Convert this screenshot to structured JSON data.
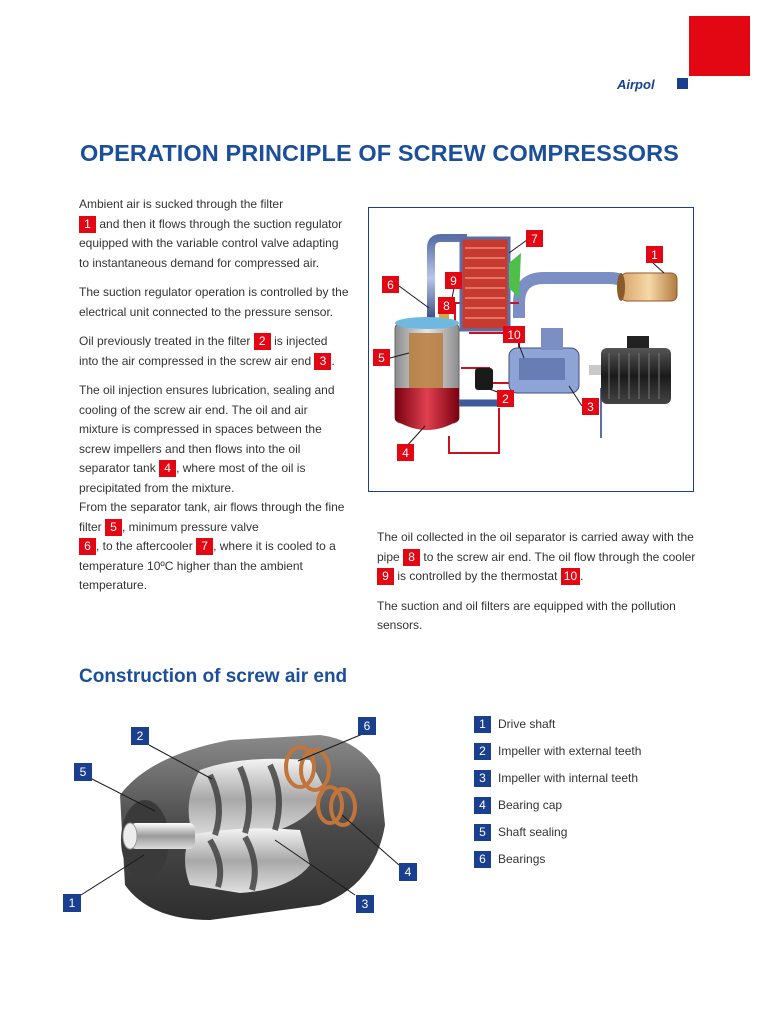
{
  "header": {
    "brand": "Airpol",
    "brand_color": "#1b3f8f",
    "accent_color": "#e30613"
  },
  "title": "OPERATION PRINCIPLE OF SCREW COMPRESSORS",
  "left_column": {
    "p1_a": "Ambient air is sucked through the filter",
    "p1_b": "and then it flows through the suction regulator equipped with the variable control valve adapting to instantaneous demand for compressed air.",
    "p2": "The suction regulator operation is controlled by the electrical unit connected to the pressure sensor.",
    "p3_a": "Oil previously treated in the filter",
    "p3_b": "is injected into the air compressed in the screw air end",
    "p3_c": ".",
    "p4_a": "The oil injection ensures lubrication, sealing and cooling of the screw air end. The oil and air mixture is compressed in spaces between the screw impellers and then flows into the oil separator tank",
    "p4_b": ", where most of the oil is precipitated from the mixture.",
    "p5_a": "From the separator tank, air flows through the fine filter",
    "p5_b": ", minimum pressure valve",
    "p5_c": ", to the aftercooler",
    "p5_d": ", where it is cooled to a temperature 10ºC higher than the ambient temperature."
  },
  "right_column": {
    "p1_a": "The oil collected in the oil separator is carried away with the pipe",
    "p1_b": "to the screw air end. The oil flow through the cooler",
    "p1_c": "is controlled by the thermostat",
    "p1_d": ".",
    "p2": "The suction and oil filters are equipped with the pollution sensors."
  },
  "badges": {
    "b1": "1",
    "b2": "2",
    "b3": "3",
    "b4": "4",
    "b5": "5",
    "b6": "6",
    "b7": "7",
    "b8": "8",
    "b9": "9",
    "b10": "10"
  },
  "subtitle": "Construction of screw air end",
  "legend": [
    {
      "num": "1",
      "label": "Drive shaft"
    },
    {
      "num": "2",
      "label": "Impeller with external teeth"
    },
    {
      "num": "3",
      "label": "Impeller with internal teeth"
    },
    {
      "num": "4",
      "label": "Bearing cap"
    },
    {
      "num": "5",
      "label": "Shaft sealing"
    },
    {
      "num": "6",
      "label": "Bearings"
    }
  ]
}
